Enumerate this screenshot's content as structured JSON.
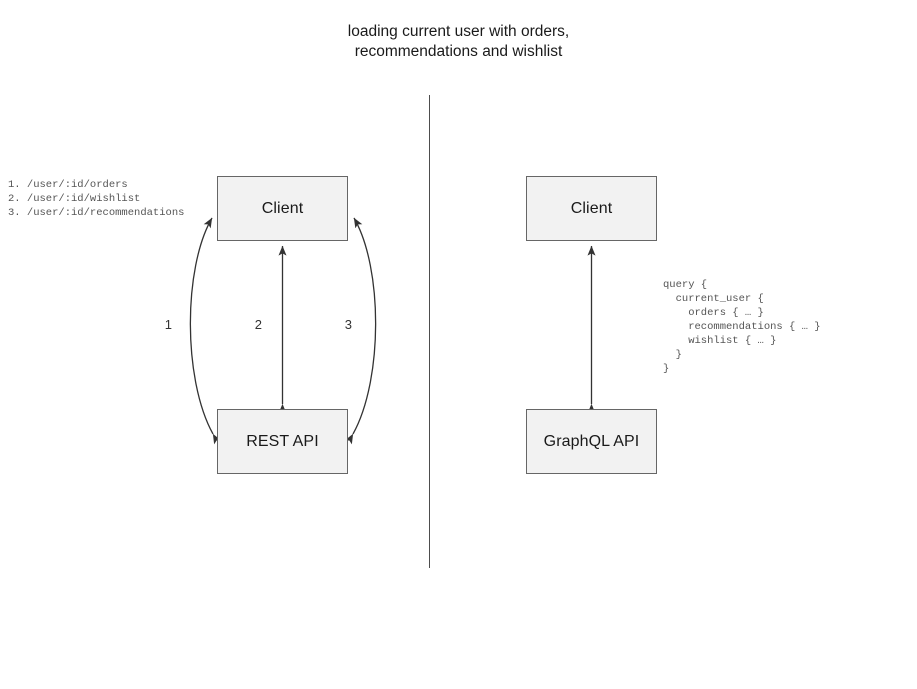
{
  "title": "loading current user with orders,\nrecommendations and wishlist",
  "divider": {
    "name": "vertical-divider"
  },
  "rest_side": {
    "client_box": {
      "label": "Client"
    },
    "api_box": {
      "label": "REST API"
    },
    "endpoint_list": "1. /user/:id/orders\n2. /user/:id/wishlist\n3. /user/:id/recommendations",
    "edges": [
      {
        "number": "1",
        "style": "curved-left",
        "direction": "bidirectional"
      },
      {
        "number": "2",
        "style": "straight",
        "direction": "bidirectional"
      },
      {
        "number": "3",
        "style": "curved-right",
        "direction": "bidirectional"
      }
    ]
  },
  "graphql_side": {
    "client_box": {
      "label": "Client"
    },
    "api_box": {
      "label": "GraphQL API"
    },
    "query": "query {\n  current_user {\n    orders { … }\n    recommendations { … }\n    wishlist { … }\n  }\n}",
    "edges": [
      {
        "style": "straight",
        "direction": "bidirectional"
      }
    ]
  },
  "colors": {
    "box_fill": "#f2f2f2",
    "box_border": "#666666",
    "stroke": "#333333",
    "divider": "#4d4d4d",
    "text": "#1a1a1a",
    "code_text": "#555555"
  }
}
